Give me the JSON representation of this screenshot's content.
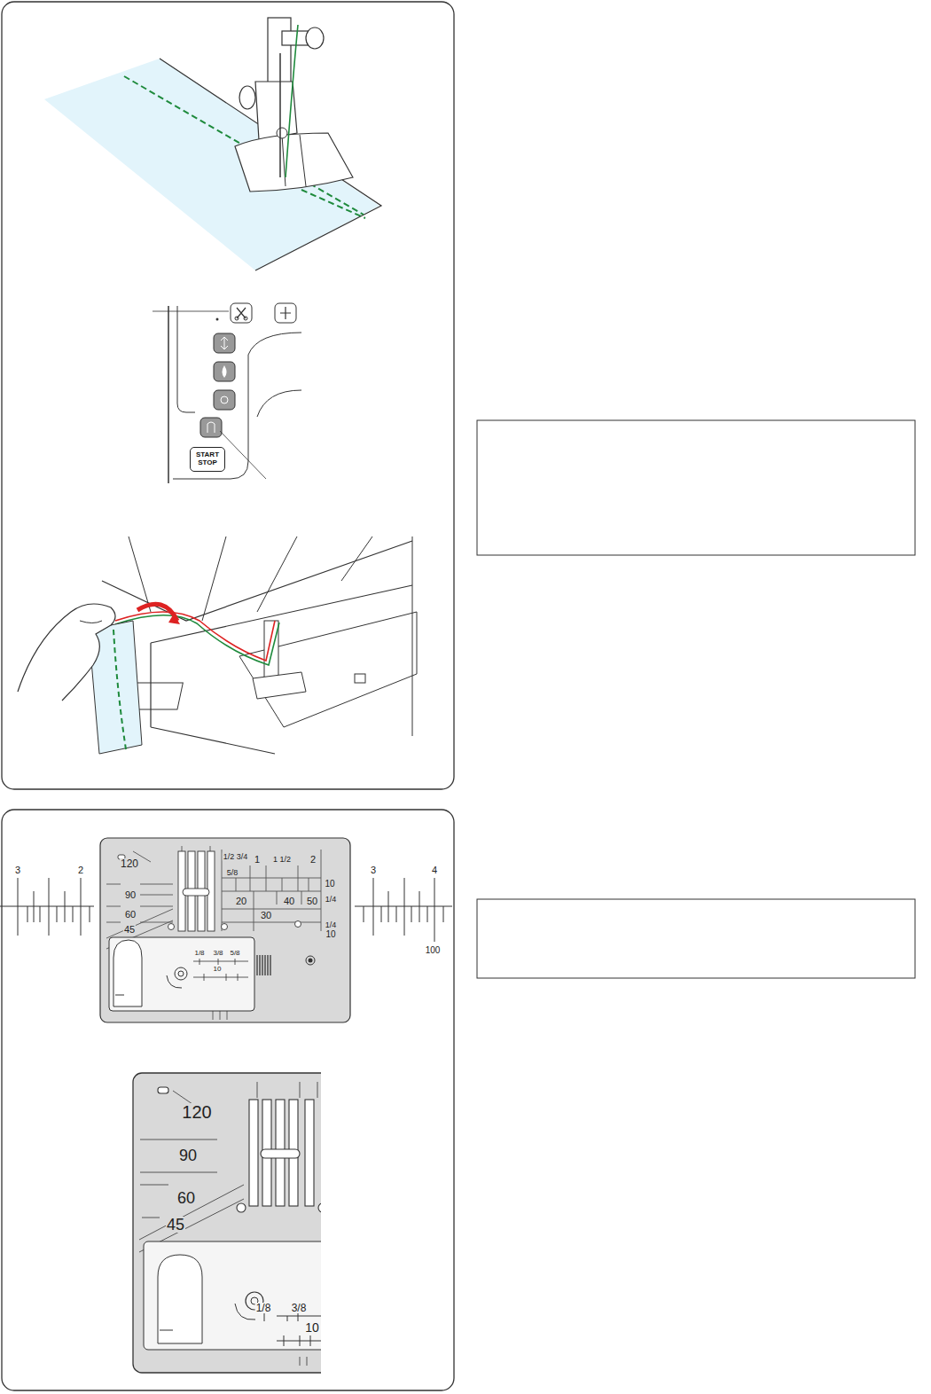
{
  "diagram": {
    "nodes": [
      {
        "text": [
          "START STOP"
        ]
      }
    ],
    "labels": [
      "120",
      "1/2",
      "3/4",
      "1",
      "1 1/2",
      "2",
      "5/8",
      "90",
      "10",
      "1/4",
      "20",
      "40",
      "50",
      "60",
      "30",
      "45",
      "10",
      "1/4",
      "1/8",
      "3/8",
      "5/8",
      "10",
      "3",
      "2",
      "3",
      "4",
      "100",
      "120",
      "90",
      "60",
      "45",
      "1/8",
      "3/8",
      "10"
    ]
  }
}
